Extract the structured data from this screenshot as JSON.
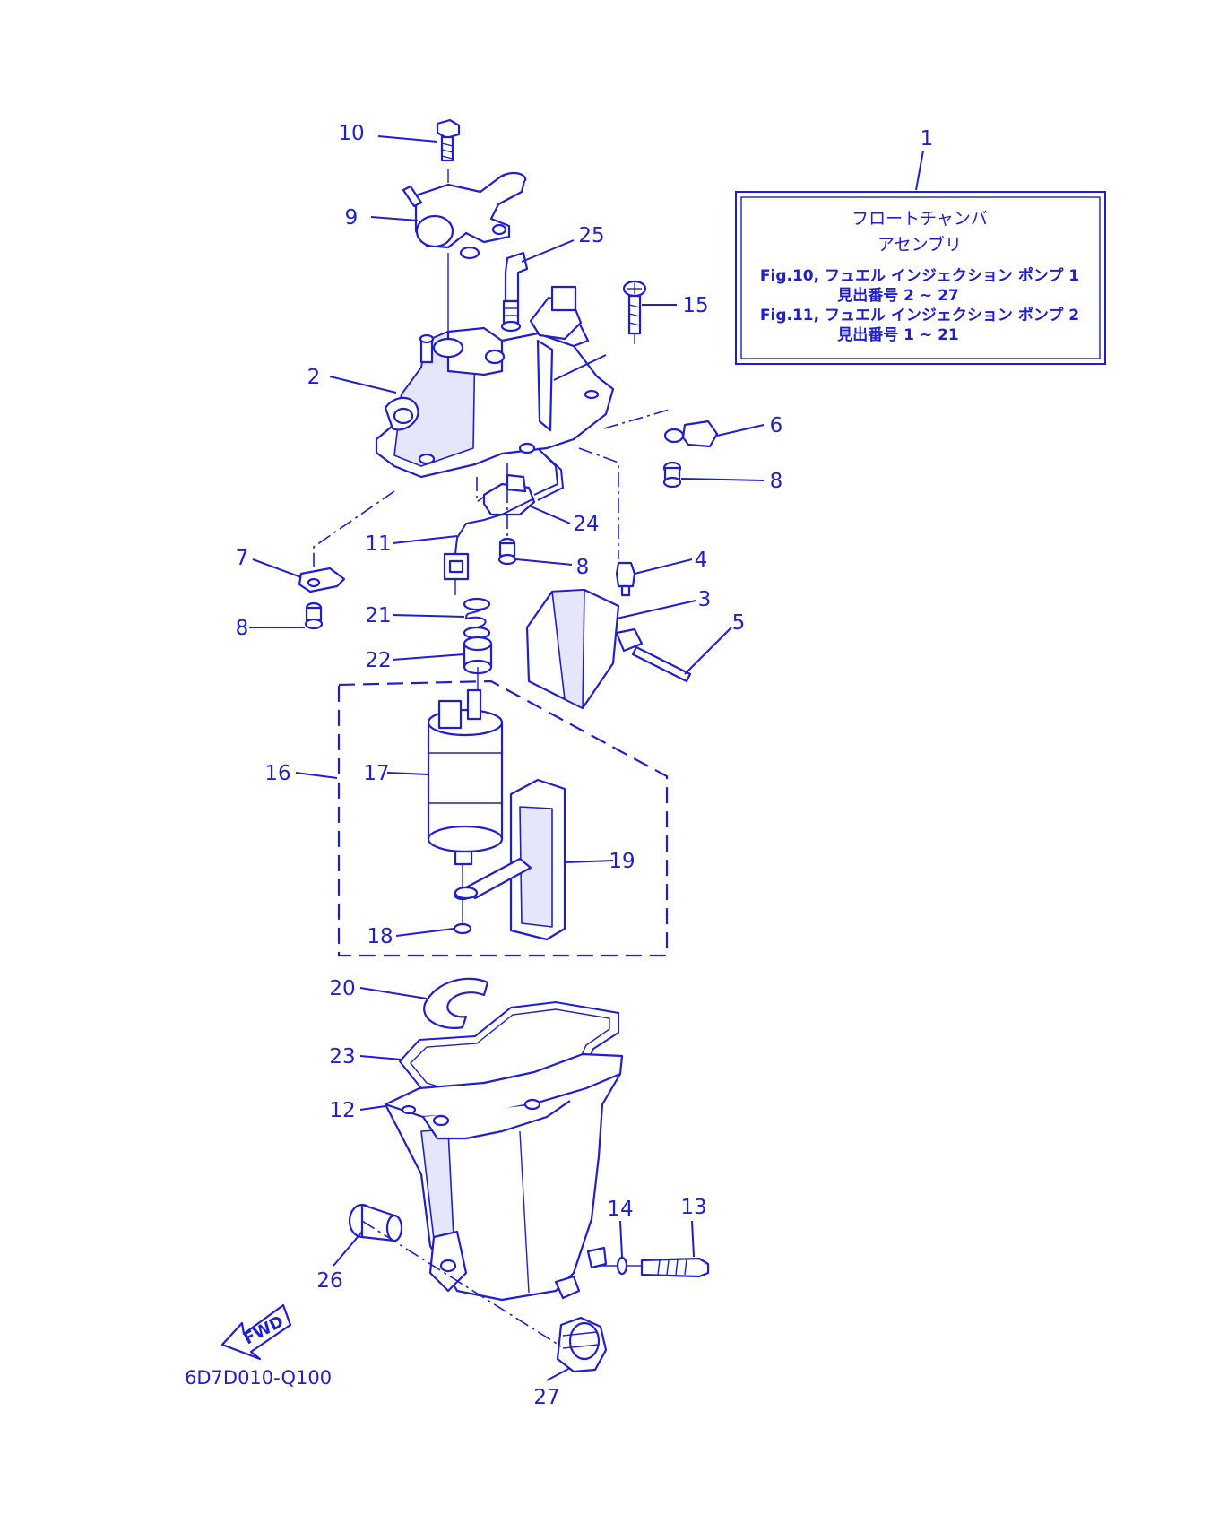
{
  "diagram": {
    "ref_code": "6D7D010-Q100",
    "fwd_label": "FWD",
    "note_box": {
      "title_line1": "フロートチャンバ",
      "title_line2": "アセンブリ",
      "line1": "Fig.10, フュエル インジェクション ポンプ 1",
      "line2": "見出番号 2 ~ 27",
      "line3": "Fig.11, フュエル インジェクション ポンプ 2",
      "line4": "見出番号 1 ~ 21"
    },
    "callouts": {
      "c1": "1",
      "c2": "2",
      "c3": "3",
      "c4": "4",
      "c5": "5",
      "c6": "6",
      "c7": "7",
      "c8a": "8",
      "c8b": "8",
      "c8c": "8",
      "c9": "9",
      "c10": "10",
      "c11": "11",
      "c12": "12",
      "c13": "13",
      "c14": "14",
      "c15": "15",
      "c16": "16",
      "c17": "17",
      "c18": "18",
      "c19": "19",
      "c20": "20",
      "c21": "21",
      "c22": "22",
      "c23": "23",
      "c24": "24",
      "c25": "25",
      "c26": "26",
      "c27": "27"
    }
  }
}
